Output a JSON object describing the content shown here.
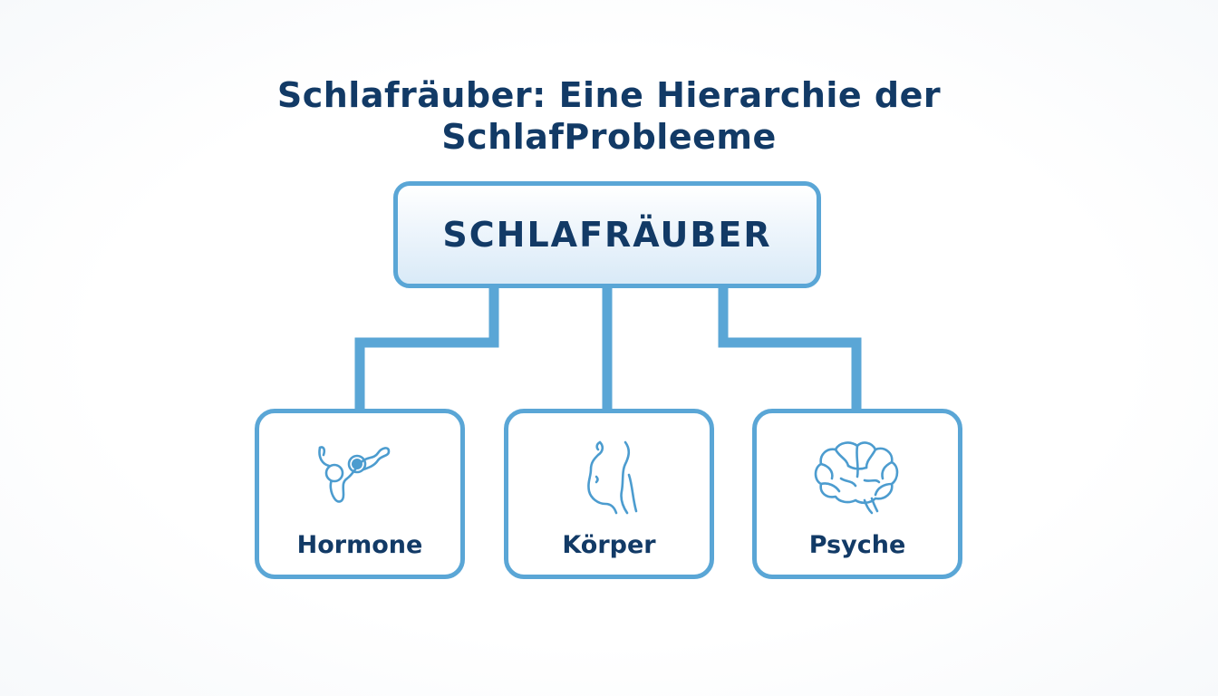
{
  "title": {
    "line1": "Schlafräuber: Eine Hierarchie der",
    "line2": "SchlafProbleeme"
  },
  "root": {
    "label": "SCHLAFRÄUBER"
  },
  "children": [
    {
      "label": "Hormone",
      "icon": "hormone-icon"
    },
    {
      "label": "Körper",
      "icon": "body-icon"
    },
    {
      "label": "Psyche",
      "icon": "brain-icon"
    }
  ],
  "colors": {
    "accent": "#5aa6d6",
    "text": "#123a66",
    "root_fill": "#e3eff9"
  }
}
